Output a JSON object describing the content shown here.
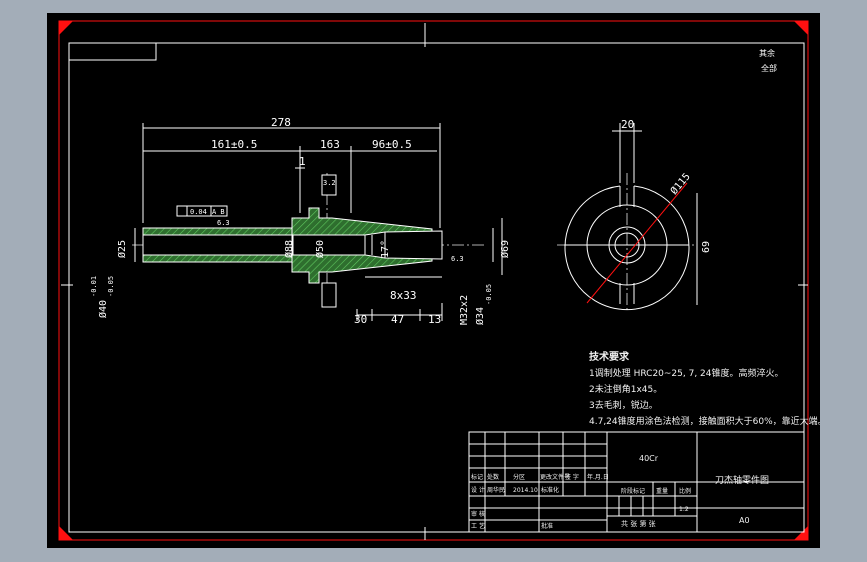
{
  "colors": {
    "background": "#a3adb8",
    "canvas": "#000000",
    "frame_red": "#ff1010",
    "geometry_white": "#ffffff",
    "dimension_yellow": "#f0e000",
    "hatch_green": "#3a9a3a"
  },
  "corner_note": [
    "其余",
    "全部"
  ],
  "dims": {
    "overall": "278",
    "seg1": "161±0.5",
    "seg2": "163",
    "seg3": "96±0.5",
    "flange_w": "1",
    "tol_frame": "0.04",
    "tol_ref": "A B",
    "rough_left": "6.3",
    "rough_right": "6.3",
    "rough_top": "3.2",
    "bore25": "Ø25",
    "bore88": "Ø88",
    "bore50": "Ø50",
    "taper": "17°",
    "od69": "Ø69",
    "thread_pitch": "8x33",
    "len30": "30",
    "len47": "47",
    "len13": "13",
    "thread": "M32x2",
    "d34": "Ø34",
    "d34_tol": "-0.05",
    "d40": "Ø40",
    "d40_tol_top": "-0.01",
    "d40_tol_bot": "-0.05"
  },
  "side_view": {
    "slot": "20",
    "diameter": "Ø115",
    "height": "69"
  },
  "tech_requirements": {
    "title": "技术要求",
    "items": [
      "1调制处理 HRC20~25, 7, 24锥度。高频淬火。",
      "2未注倒角1x45。",
      "3去毛刺，锐边。",
      "4.7,24锥度用涂色法检测，接触面积大于60%，靠近大端。"
    ]
  },
  "title_block": {
    "material": "40Cr",
    "drawing_name": "刀杰轴零件图",
    "row_labels": [
      "标记",
      "处数",
      "分区",
      "更改文件号",
      "签 字",
      "年.月.日"
    ],
    "design_label": "设 计",
    "designer": "周华民",
    "date": "2014.10",
    "standardize": "标准化",
    "review": "审 核",
    "process": "工 艺",
    "approve": "批准",
    "stage_label": "阶段标记",
    "weight_label": "重量",
    "scale_label": "比例",
    "scale": "1:2",
    "sheet": "共 张 第 张",
    "size": "A0"
  }
}
